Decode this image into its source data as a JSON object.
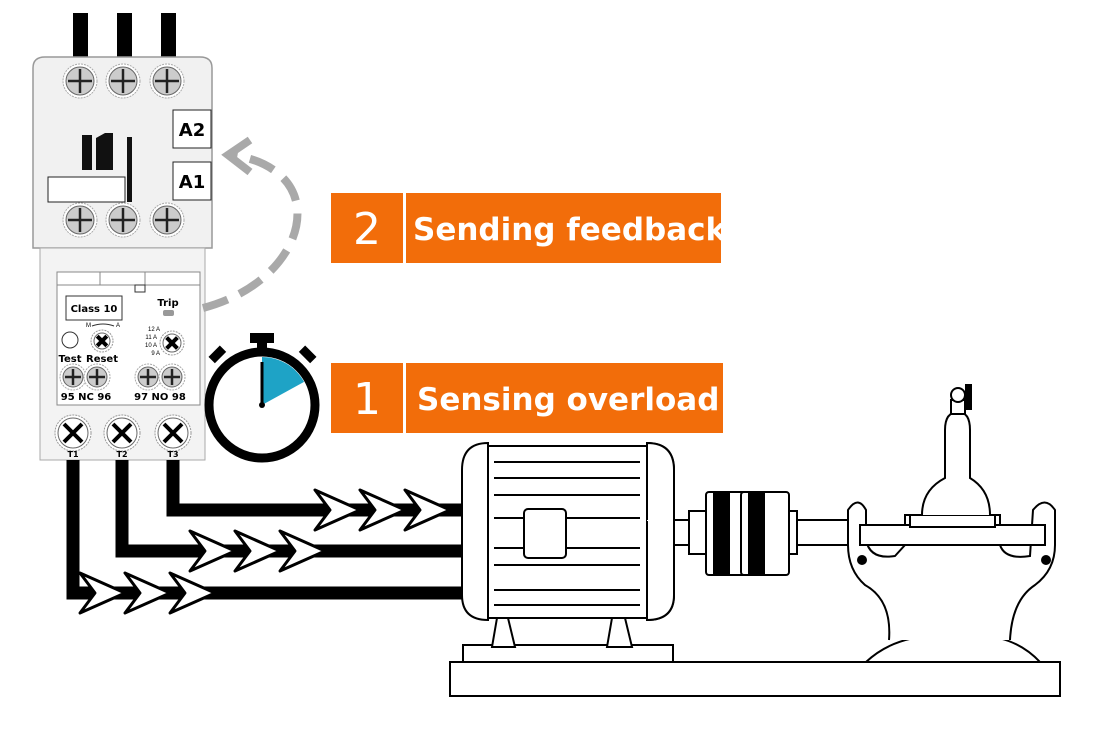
{
  "contactor": {
    "terminal_a2": "A2",
    "terminal_a1": "A1"
  },
  "overload_relay": {
    "class_label": "Class 10",
    "trip_label": "Trip",
    "test_label": "Test",
    "reset_label": "Reset",
    "mode_label": "M",
    "mode_label_a": "A",
    "current_settings": [
      "12 A",
      "11 A",
      "10 A",
      "9 A"
    ],
    "nc_contacts": "95 NC 96",
    "no_contacts": "97 NO 98",
    "outputs": [
      "T1",
      "T2",
      "T3"
    ]
  },
  "steps": [
    {
      "number": "1",
      "label": "Sensing overload"
    },
    {
      "number": "2",
      "label": "Sending feedback"
    }
  ],
  "colors": {
    "accent": "#f26d0a",
    "timer": "#1ea3c6",
    "feedback_arrow": "#a9a9a9"
  },
  "timer": {
    "elapsed_fraction": 0.17
  }
}
